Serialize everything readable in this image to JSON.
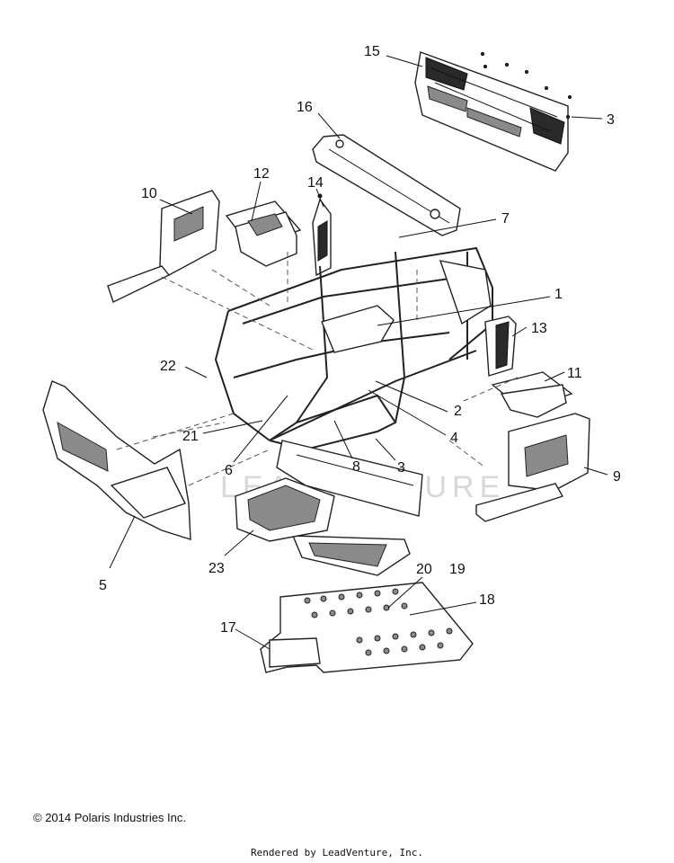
{
  "diagram": {
    "callouts": [
      {
        "id": "c1",
        "label": "1"
      },
      {
        "id": "c2",
        "label": "2"
      },
      {
        "id": "c3a",
        "label": "3"
      },
      {
        "id": "c3b",
        "label": "3"
      },
      {
        "id": "c4",
        "label": "4"
      },
      {
        "id": "c5",
        "label": "5"
      },
      {
        "id": "c6",
        "label": "6"
      },
      {
        "id": "c7",
        "label": "7"
      },
      {
        "id": "c8",
        "label": "8"
      },
      {
        "id": "c9",
        "label": "9"
      },
      {
        "id": "c10",
        "label": "10"
      },
      {
        "id": "c11",
        "label": "11"
      },
      {
        "id": "c12",
        "label": "12"
      },
      {
        "id": "c13",
        "label": "13"
      },
      {
        "id": "c14",
        "label": "14"
      },
      {
        "id": "c15",
        "label": "15"
      },
      {
        "id": "c16",
        "label": "16"
      },
      {
        "id": "c17",
        "label": "17"
      },
      {
        "id": "c18",
        "label": "18"
      },
      {
        "id": "c19",
        "label": "19"
      },
      {
        "id": "c20",
        "label": "20"
      },
      {
        "id": "c21",
        "label": "21"
      },
      {
        "id": "c22",
        "label": "22"
      },
      {
        "id": "c23",
        "label": "23"
      }
    ],
    "watermark": "LEADVENTURE"
  },
  "footer": {
    "copyright": "© 2014 Polaris Industries Inc.",
    "rendered_by": "Rendered by LeadVenture, Inc."
  }
}
